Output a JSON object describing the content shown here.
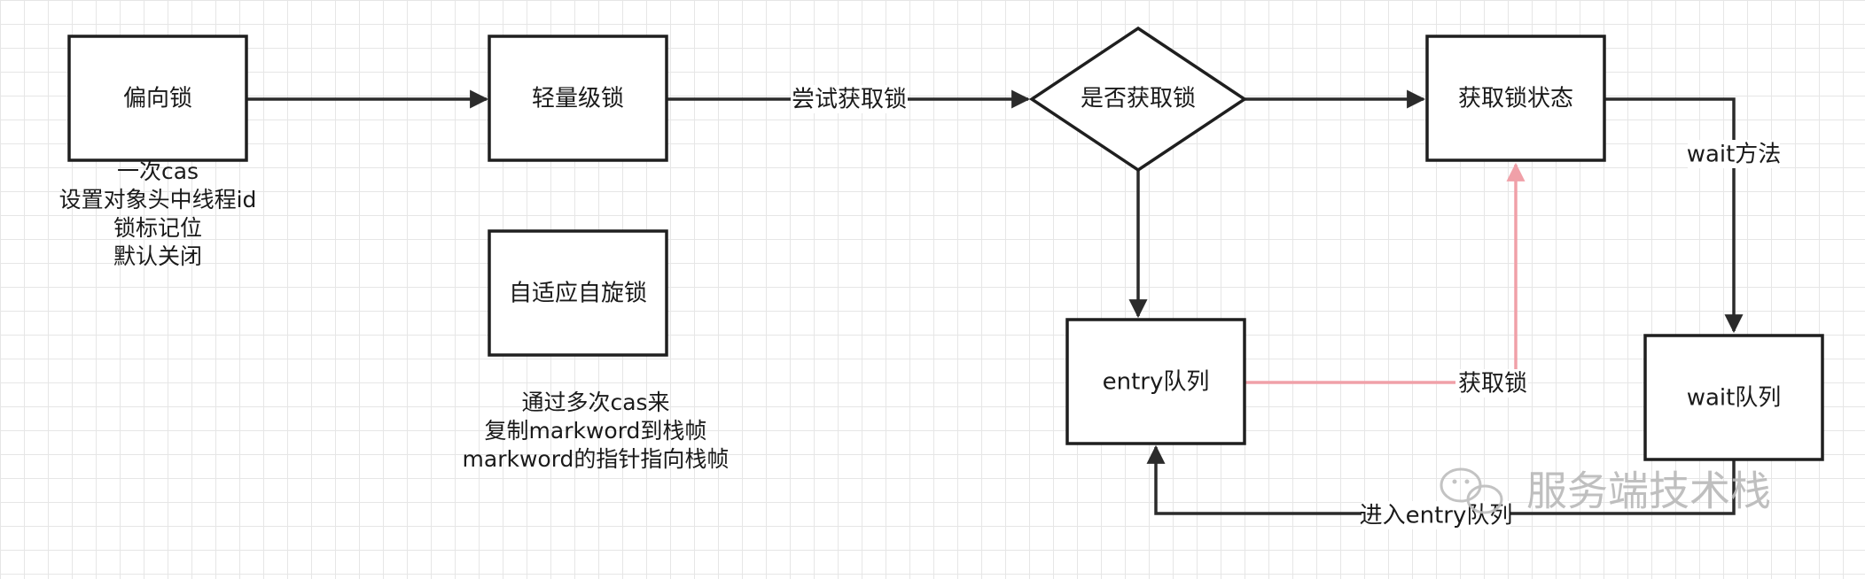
{
  "nodes": {
    "biased_lock": "偏向锁",
    "lightweight_lock": "轻量级锁",
    "adaptive_spin_lock": "自适应自旋锁",
    "is_lock_acquired": "是否获取锁",
    "lock_acquired_state": "获取锁状态",
    "entry_queue": "entry队列",
    "wait_queue": "wait队列"
  },
  "notes": {
    "biased_lock": [
      "一次cas",
      "设置对象头中线程id",
      "锁标记位",
      "默认关闭"
    ],
    "adaptive_spin_lock": [
      "通过多次cas来",
      "复制markword到栈帧",
      "markword的指针指向栈帧"
    ]
  },
  "edge_labels": {
    "try_acquire": "尝试获取锁",
    "wait_method": "wait方法",
    "acquire_lock": "获取锁",
    "enter_entry_queue": "进入entry队列"
  },
  "watermark": "服务端技术栈",
  "colors": {
    "edge": "#2b2b2b",
    "highlight_edge": "#f0a0a8",
    "watermark": "#b9b9b9"
  }
}
